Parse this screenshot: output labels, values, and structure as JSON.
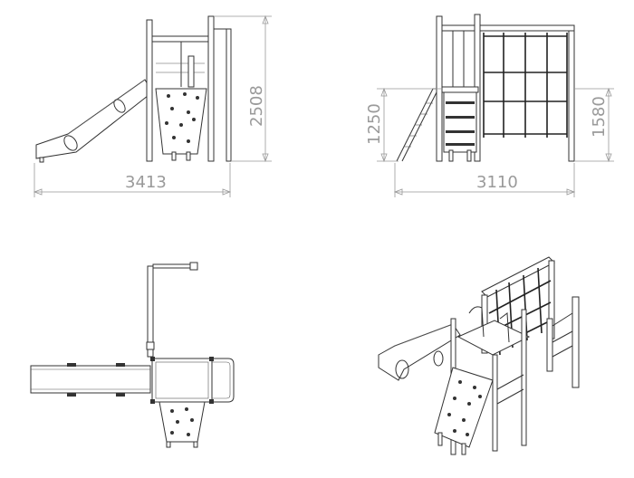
{
  "views": {
    "side": {
      "width_label": "3413",
      "height_label": "2508"
    },
    "front": {
      "width_label": "3110",
      "platform_height_label": "1250",
      "net_height_label": "1580"
    },
    "top": {},
    "isometric": {}
  },
  "colors": {
    "line": "#333333",
    "dimension": "#9a9a9a",
    "background": "#ffffff"
  }
}
